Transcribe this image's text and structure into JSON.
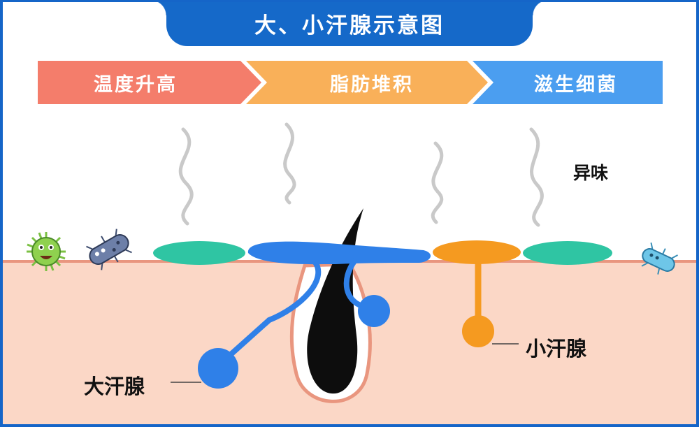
{
  "title": "大、小汗腺示意图",
  "steps": [
    {
      "label": "温度升高",
      "color": "#f47d6b"
    },
    {
      "label": "脂肪堆积",
      "color": "#f9b059"
    },
    {
      "label": "滋生细菌",
      "color": "#4b9ef0"
    }
  ],
  "labels": {
    "odor": "异味",
    "small_gland": "小汗腺",
    "large_gland": "大汗腺"
  },
  "colors": {
    "brand_blue": "#1569c9",
    "skin": "#fbd7c6",
    "skin_line": "#e9967f",
    "sebum_teal": "#2fc5a3",
    "gland_blue": "#2f80e8",
    "gland_orange": "#f59a20",
    "hair": "#0d0d0d",
    "odor_wave": "#c9c9c9"
  },
  "icons": {
    "bacteria_1": "green-bacteria-icon",
    "bacteria_2": "purple-bacteria-icon",
    "bacteria_3": "blue-bacteria-icon"
  }
}
